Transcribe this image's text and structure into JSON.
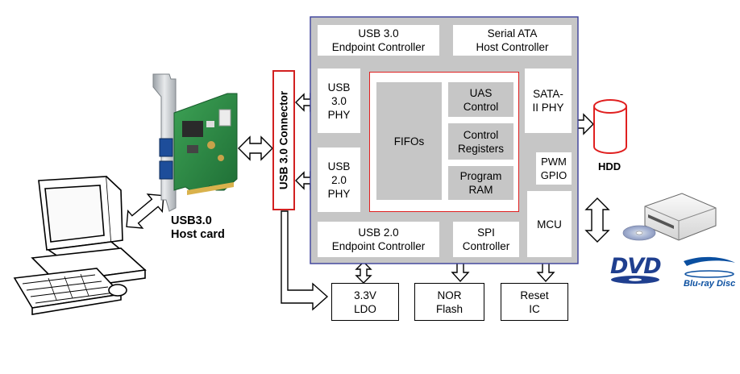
{
  "chip": {
    "usb3_endpoint": "USB 3.0\nEndpoint Controller",
    "sata_host": "Serial ATA\nHost Controller",
    "usb3_phy": "USB\n3.0\nPHY",
    "usb2_phy": "USB\n2.0\nPHY",
    "fifos": "FIFOs",
    "uas_control": "UAS\nControl",
    "control_registers": "Control\nRegisters",
    "program_ram": "Program\nRAM",
    "sata_phy": "SATA-\nII PHY",
    "pwm_gpio": "PWM\nGPIO",
    "mcu": "MCU",
    "usb2_endpoint": "USB 2.0\nEndpoint Controller",
    "spi_controller": "SPI\nController"
  },
  "connector": "USB 3.0 Connector",
  "external": {
    "ldo": "3.3V\nLDO",
    "nor_flash": "NOR\nFlash",
    "reset_ic": "Reset\nIC"
  },
  "labels": {
    "host_card": "USB3.0\nHost card",
    "hdd": "HDD",
    "dvd": "DVD",
    "bluray": "Blu-ray Disc"
  },
  "colors": {
    "chip_border": "#3b3f9a",
    "chip_fill": "#c6c6c6",
    "highlight": "#e02020",
    "pcb_green": "#2f8f46"
  }
}
